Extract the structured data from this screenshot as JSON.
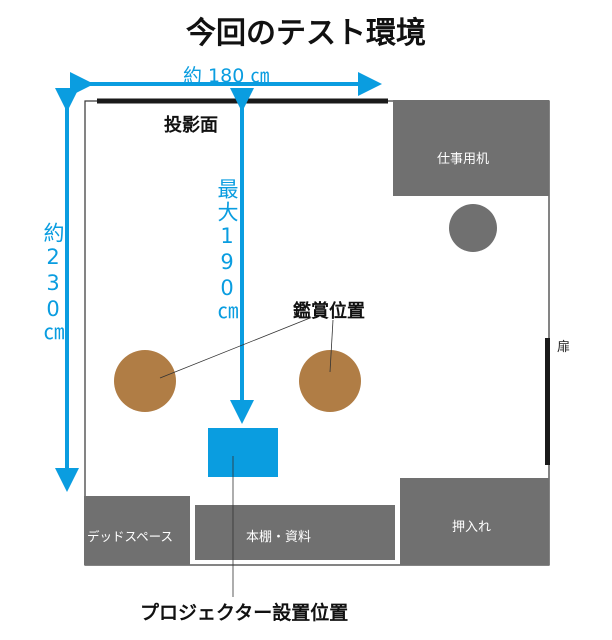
{
  "title": "今回のテスト環境",
  "dimensions": {
    "width": "約 180 ㎝",
    "depth": "約230㎝",
    "max_throw": "最大190㎝"
  },
  "labels": {
    "screen": "投影面",
    "viewing_position": "鑑賞位置",
    "projector_position": "プロジェクター設置位置",
    "door": "扉"
  },
  "furniture": {
    "desk": "仕事用机",
    "dead_space": "デッドスペース",
    "bookshelf": "本棚・資料",
    "closet": "押入れ"
  },
  "colors": {
    "accent_blue": "#0a9de0",
    "furniture_gray": "#707070",
    "viewer_brown": "#b07d45"
  }
}
